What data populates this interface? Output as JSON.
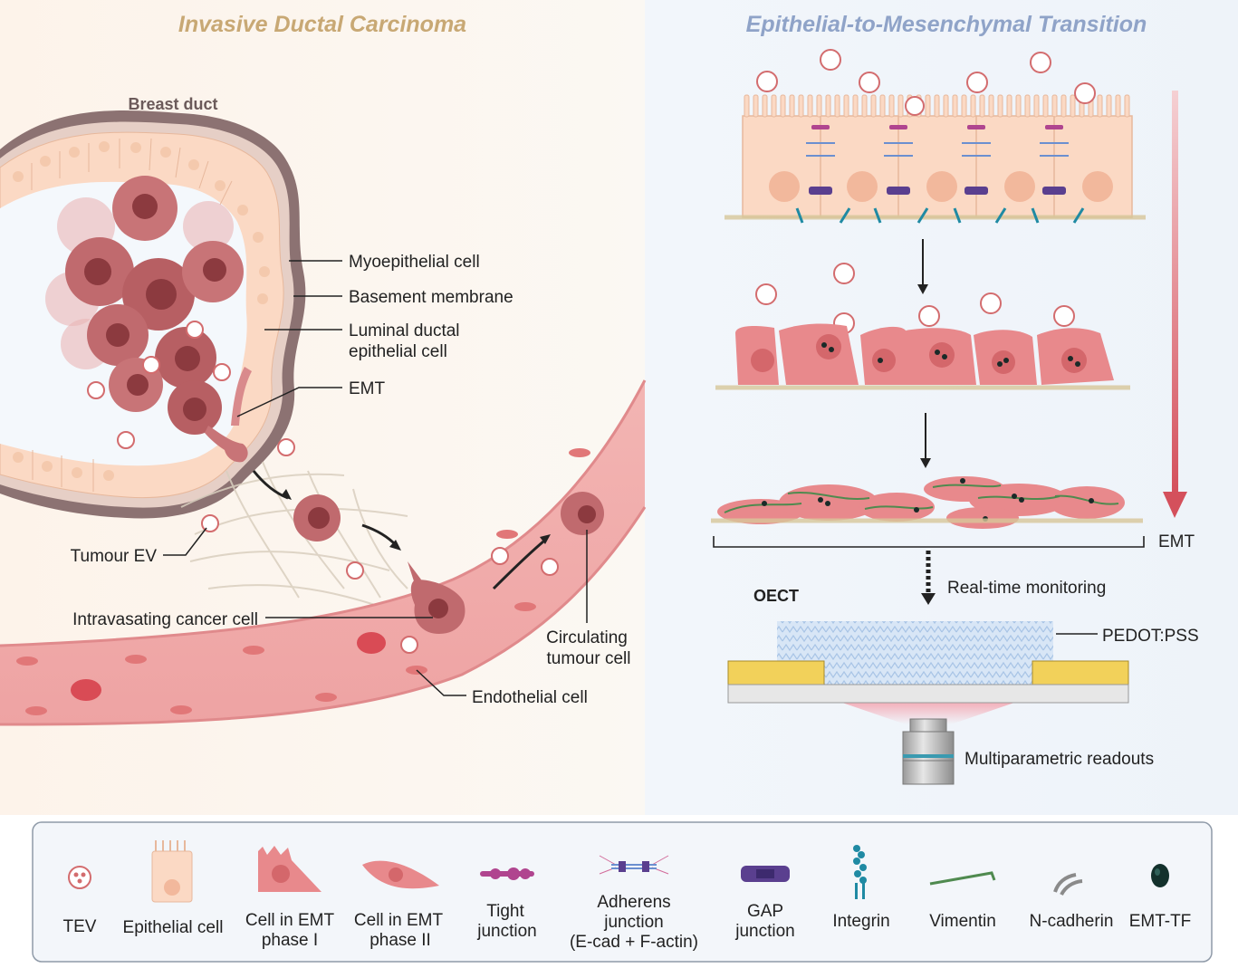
{
  "titles": {
    "left": "Invasive Ductal Carcinoma",
    "right": "Epithelial-to-Mesenchymal Transition"
  },
  "left_labels": {
    "breast_duct": "Breast duct",
    "myoepithelial": "Myoepithelial cell",
    "basement": "Basement membrane",
    "luminal_1": "Luminal ductal",
    "luminal_2": "epithelial cell",
    "emt": "EMT",
    "tumour_ev": "Tumour EV",
    "intravasating": "Intravasating cancer cell",
    "circulating_1": "Circulating",
    "circulating_2": "tumour cell",
    "endothelial": "Endothelial cell"
  },
  "right_labels": {
    "emt_arrow": "EMT",
    "realtime": "Real-time monitoring",
    "oect": "OECT",
    "pedot": "PEDOT:PSS",
    "readouts": "Multiparametric readouts"
  },
  "legend": [
    {
      "icon": "tev-icon",
      "lines": [
        "TEV"
      ]
    },
    {
      "icon": "epithelial-cell-icon",
      "lines": [
        "Epithelial cell"
      ]
    },
    {
      "icon": "emt-phase-1-icon",
      "lines": [
        "Cell in EMT",
        "phase I"
      ]
    },
    {
      "icon": "emt-phase-2-icon",
      "lines": [
        "Cell in EMT",
        "phase II"
      ]
    },
    {
      "icon": "tight-junction-icon",
      "lines": [
        "Tight",
        "junction"
      ]
    },
    {
      "icon": "adherens-junction-icon",
      "lines": [
        "Adherens",
        "junction",
        "(E-cad + F-actin)"
      ]
    },
    {
      "icon": "gap-junction-icon",
      "lines": [
        "GAP",
        "junction"
      ]
    },
    {
      "icon": "integrin-icon",
      "lines": [
        "Integrin"
      ]
    },
    {
      "icon": "vimentin-icon",
      "lines": [
        "Vimentin"
      ]
    },
    {
      "icon": "n-cadherin-icon",
      "lines": [
        "N-cadherin"
      ]
    },
    {
      "icon": "emt-tf-icon",
      "lines": [
        "EMT-TF"
      ]
    }
  ],
  "colors": {
    "left_title": "#c8a874",
    "right_title": "#8fa3c8",
    "cell_pink": "#e8898c",
    "tumor_dark": "#b35a5e",
    "epithelial_cream": "#fbd9c4",
    "emt_arrow_red": "#d4505c",
    "gold": "#f2d15a"
  }
}
